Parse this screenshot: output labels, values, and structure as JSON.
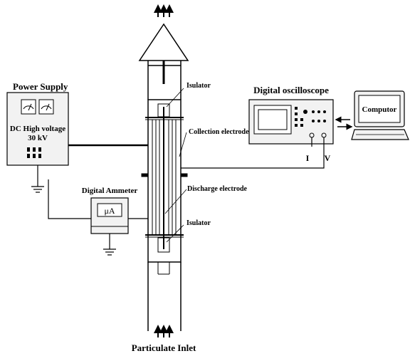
{
  "labels": {
    "power_supply": "Power Supply",
    "power_supply_desc_line1": "DC High voltage",
    "power_supply_desc_line2": "30 kV",
    "digital_ammeter": "Digital Ammeter",
    "ammeter_unit": "μA",
    "digital_oscilloscope": "Digital oscilloscope",
    "computer": "Computor",
    "isulator_top": "Isulator",
    "collection_electrode": "Collection electrode",
    "discharge_electrode": "Discharge electrode",
    "isulator_bottom": "Isulator",
    "current_label": "I",
    "voltage_label": "V",
    "particulate_inlet": "Particulate Inlet"
  },
  "icons": {
    "outlet_arrows": "upward-arrows-icon",
    "inlet_arrows": "upward-arrows-icon",
    "ground": "ground-icon",
    "meter": "analog-meter-icon",
    "monitor": "monitor-icon",
    "keyboard": "keyboard-icon"
  },
  "colors": {
    "line": "#000000",
    "background": "#ffffff",
    "panel_fill": "#f2f2f2"
  }
}
